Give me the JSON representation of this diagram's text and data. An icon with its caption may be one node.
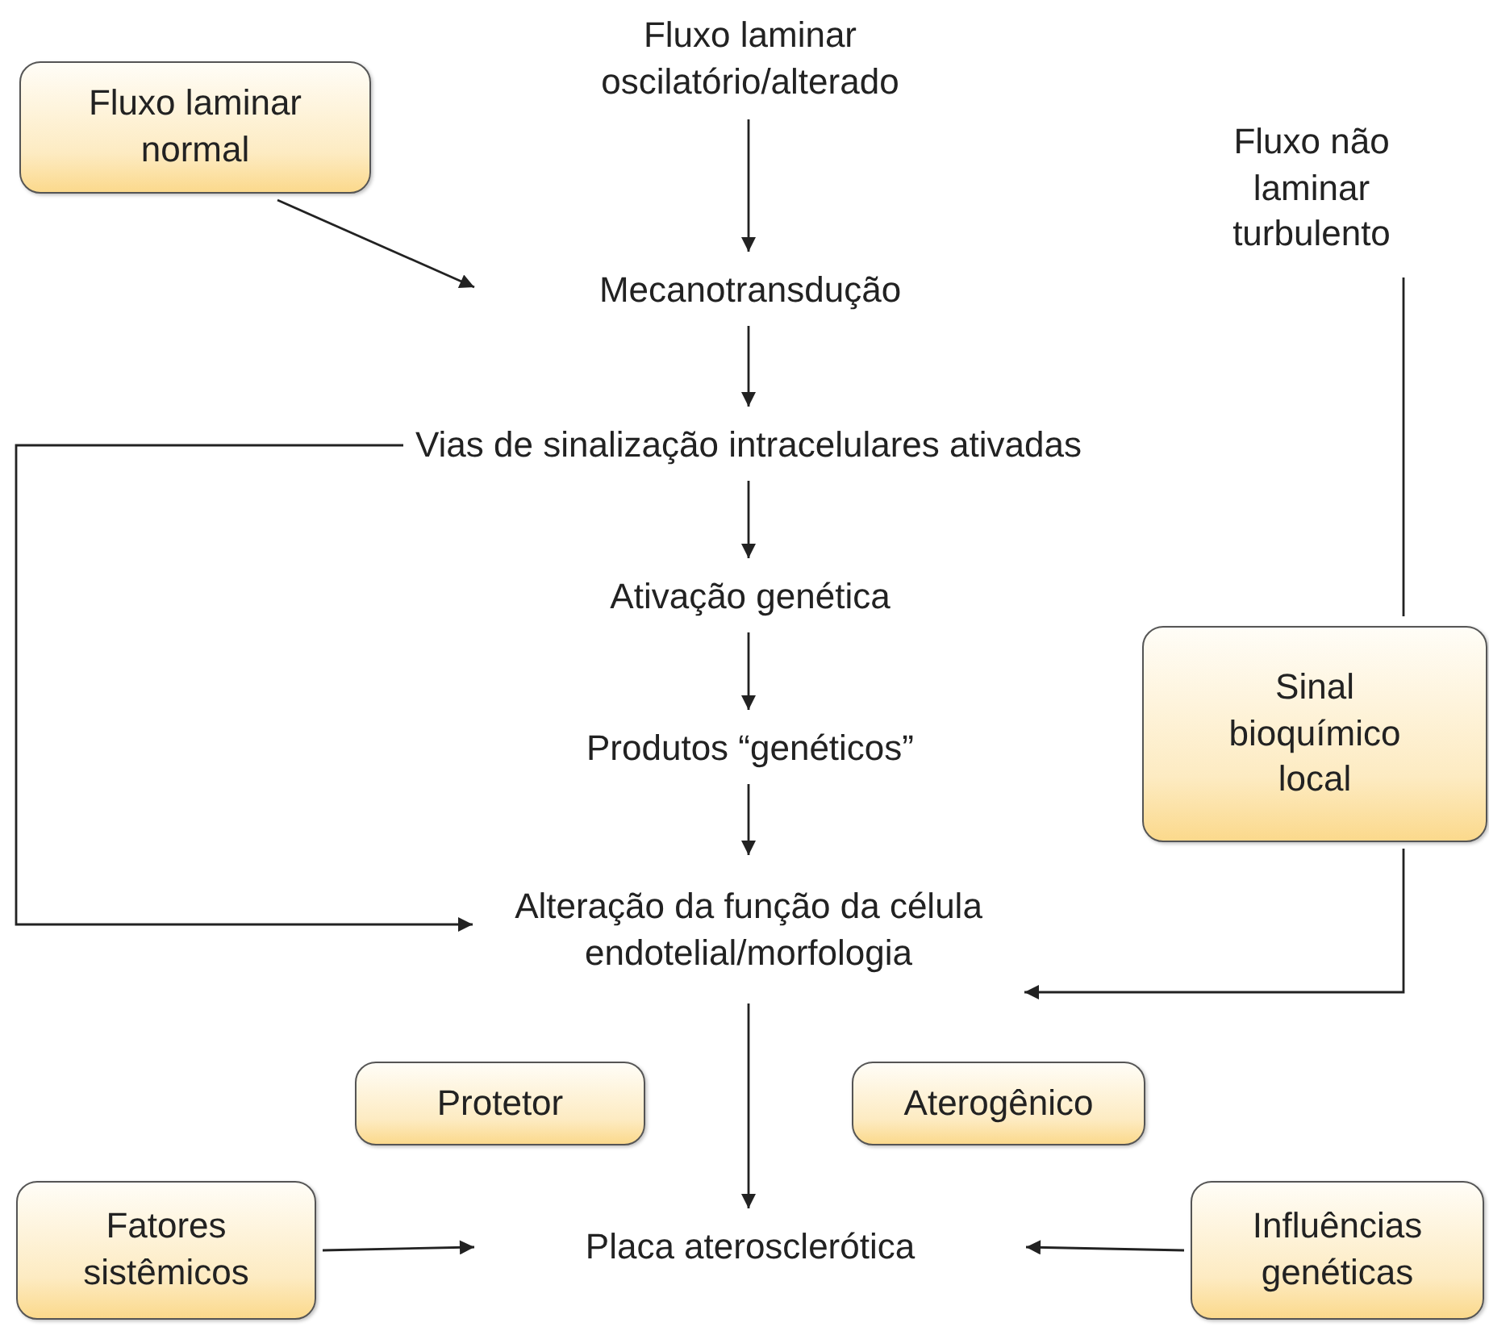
{
  "diagram": {
    "nodes": [
      {
        "text": [
          "Fluxo laminar oscilatório/alterado"
        ]
      },
      {
        "text": [
          "Fluxo laminar normal"
        ]
      },
      {
        "text": [
          "Fluxo não laminar turbulento"
        ]
      },
      {
        "text": [
          "Mecanotransdução"
        ]
      },
      {
        "text": [
          "Vias de sinalização intracelulares ativadas"
        ]
      },
      {
        "text": [
          "Ativação genética"
        ]
      },
      {
        "text": [
          "Produtos “genéticos”"
        ]
      },
      {
        "text": [
          "Alteração da função da célula endotelial/morfologia"
        ]
      },
      {
        "text": [
          "Sinal bioquímico local"
        ]
      },
      {
        "text": [
          "Protetor"
        ]
      },
      {
        "text": [
          "Aterogênico"
        ]
      },
      {
        "text": [
          "Fatores sistêmicos"
        ]
      },
      {
        "text": [
          "Placa aterosclerótica"
        ]
      },
      {
        "text": [
          "Influências genéticas"
        ]
      }
    ],
    "edges": [
      {
        "from": 0,
        "to": 3,
        "arrow": "to"
      },
      {
        "from": 1,
        "to": 3,
        "arrow": "to"
      },
      {
        "from": 3,
        "to": 4,
        "arrow": "to"
      },
      {
        "from": 4,
        "to": 5,
        "arrow": "to"
      },
      {
        "from": 5,
        "to": 6,
        "arrow": "to"
      },
      {
        "from": 6,
        "to": 7,
        "arrow": "to"
      },
      {
        "from": 7,
        "to": 12,
        "arrow": "to"
      },
      {
        "from": 4,
        "to": 7,
        "arrow": "to"
      },
      {
        "from": 2,
        "to": 8,
        "arrow": "none"
      },
      {
        "from": 8,
        "to": 7,
        "arrow": "to"
      },
      {
        "from": 11,
        "to": 12,
        "arrow": "to"
      },
      {
        "from": 13,
        "to": 12,
        "arrow": "to"
      }
    ]
  }
}
